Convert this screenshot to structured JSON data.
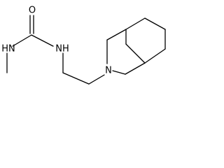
{
  "molecule": {
    "atoms": {
      "carbonyl_o": "O",
      "methyl_nh": "HN",
      "amide_nh": "NH",
      "ring_n": "N"
    }
  }
}
